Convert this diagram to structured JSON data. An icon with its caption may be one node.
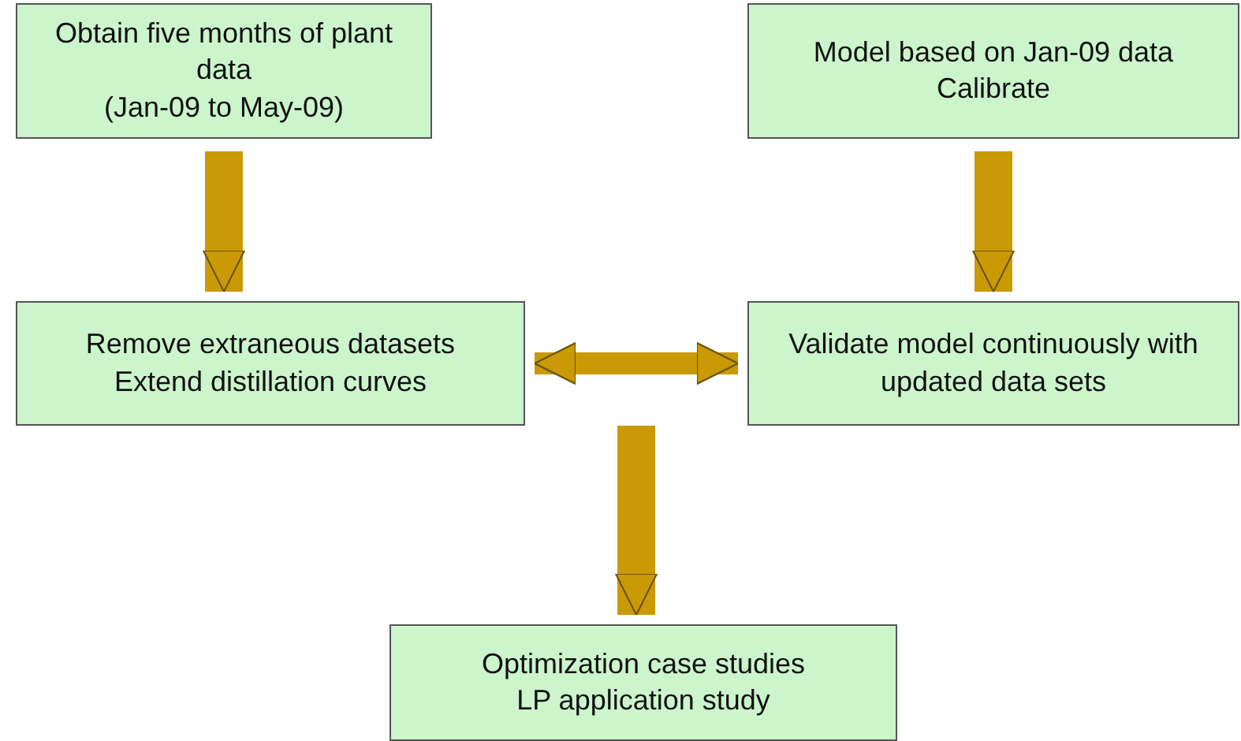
{
  "diagram": {
    "nodes": [
      {
        "text": [
          "Obtain five months of plant data",
          "(Jan-09 to May-09)"
        ]
      },
      {
        "text": [
          "Model based on Jan-09 data",
          "Calibrate"
        ]
      },
      {
        "text": [
          "Remove extraneous datasets",
          "Extend distillation curves"
        ]
      },
      {
        "text": [
          "Validate model continuously with updated data sets"
        ]
      },
      {
        "text": [
          "Optimization case studies",
          "LP application study"
        ]
      }
    ],
    "edges": [
      {
        "from": 0,
        "to": 2,
        "arrow": "to"
      },
      {
        "from": 1,
        "to": 3,
        "arrow": "to"
      },
      {
        "from": 2,
        "to": 3,
        "arrow": "both"
      },
      {
        "from": null,
        "to": 4,
        "arrow": "to"
      }
    ]
  }
}
